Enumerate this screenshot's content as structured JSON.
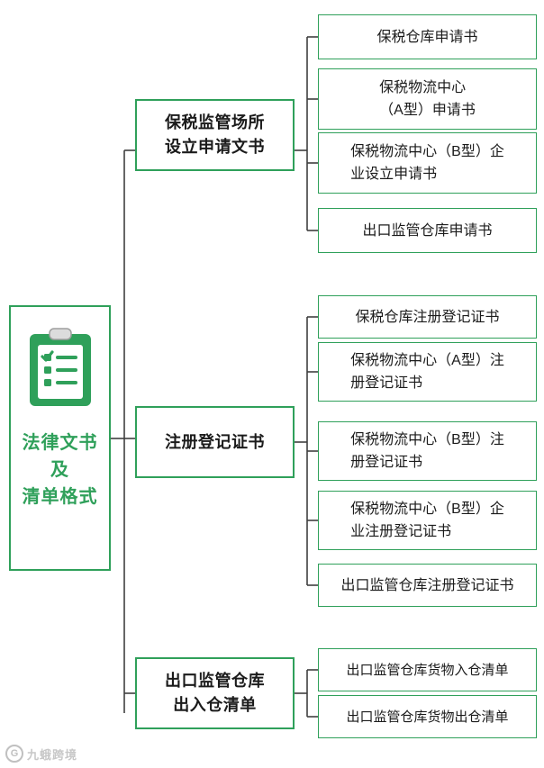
{
  "diagram": {
    "type": "tree-mindmap",
    "accent_color": "#2fa05a",
    "background_color": "#ffffff",
    "text_color": "#1b1b1b",
    "root": {
      "icon": "clipboard-checklist-icon",
      "label_lines": [
        "法律文书",
        "及",
        "清单格式"
      ],
      "label": "法律文书及清单格式"
    },
    "branches": [
      {
        "id": "branch-1",
        "label_lines": [
          "保税监管场所",
          "设立申请文书"
        ],
        "label": "保税监管场所设立申请文书",
        "children": [
          {
            "id": "b1-c1",
            "label_lines": [
              "保税仓库申请书"
            ],
            "label": "保税仓库申请书"
          },
          {
            "id": "b1-c2",
            "label_lines": [
              "保税物流中心",
              "（A型）申请书"
            ],
            "label": "保税物流中心（A型）申请书"
          },
          {
            "id": "b1-c3",
            "label_lines": [
              "保税物流中心（B型）企",
              "业设立申请书"
            ],
            "label": "保税物流中心（B型）企业设立申请书"
          },
          {
            "id": "b1-c4",
            "label_lines": [
              "出口监管仓库申请书"
            ],
            "label": "出口监管仓库申请书"
          }
        ]
      },
      {
        "id": "branch-2",
        "label_lines": [
          "注册登记证书"
        ],
        "label": "注册登记证书",
        "children": [
          {
            "id": "b2-c1",
            "label_lines": [
              "保税仓库注册登记证书"
            ],
            "label": "保税仓库注册登记证书"
          },
          {
            "id": "b2-c2",
            "label_lines": [
              "保税物流中心（A型）注",
              "册登记证书"
            ],
            "label": "保税物流中心（A型）注册登记证书"
          },
          {
            "id": "b2-c3",
            "label_lines": [
              "保税物流中心（B型）注",
              "册登记证书"
            ],
            "label": "保税物流中心（B型）注册登记证书"
          },
          {
            "id": "b2-c4",
            "label_lines": [
              "保税物流中心（B型）企",
              "业注册登记证书"
            ],
            "label": "保税物流中心（B型）企业注册登记证书"
          },
          {
            "id": "b2-c5",
            "label_lines": [
              "出口监管仓库注册登记证书"
            ],
            "label": "出口监管仓库注册登记证书"
          }
        ]
      },
      {
        "id": "branch-3",
        "label_lines": [
          "出口监管仓库",
          "出入仓清单"
        ],
        "label": "出口监管仓库出入仓清单",
        "children": [
          {
            "id": "b3-c1",
            "label_lines": [
              "出口监管仓库货物入仓清单"
            ],
            "label": "出口监管仓库货物入仓清单"
          },
          {
            "id": "b3-c2",
            "label_lines": [
              "出口监管仓库货物出仓清单"
            ],
            "label": "出口监管仓库货物出仓清单"
          }
        ]
      }
    ]
  },
  "watermark": {
    "logo_text": "G",
    "text": "九蛾跨境"
  }
}
